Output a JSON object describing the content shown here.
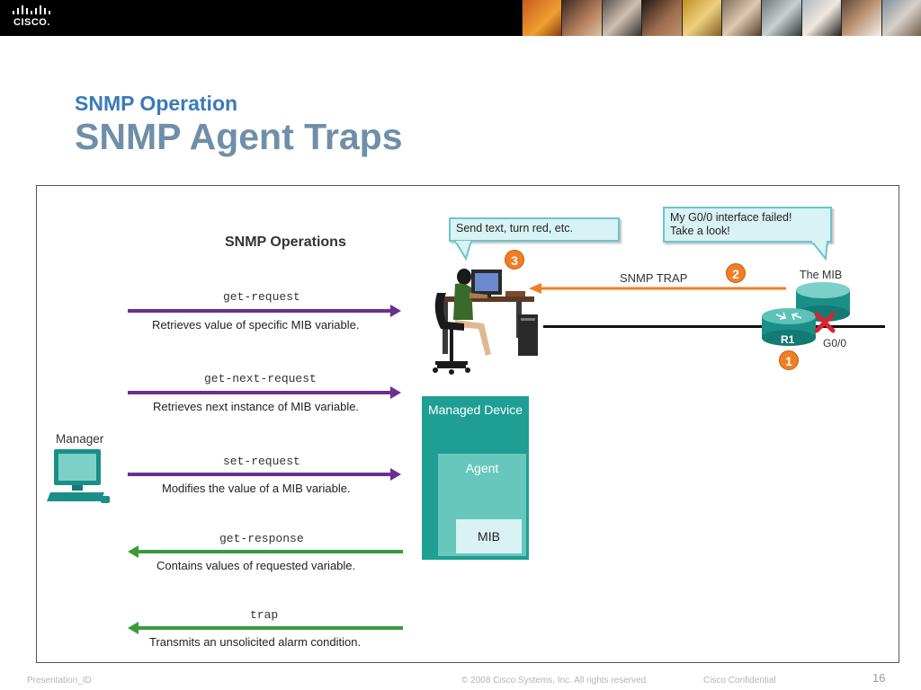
{
  "header": {
    "logo_text": "CISCO."
  },
  "slide": {
    "subtitle": "SNMP Operation",
    "title": "SNMP Agent Traps"
  },
  "diagram": {
    "operations_heading": "SNMP Operations",
    "manager_label": "Manager",
    "operations": [
      {
        "name": "get-request",
        "description": "Retrieves value of specific MIB variable.",
        "direction": "to-agent"
      },
      {
        "name": "get-next-request",
        "description": "Retrieves next instance of MIB variable.",
        "direction": "to-agent"
      },
      {
        "name": "set-request",
        "description": "Modifies the value of a MIB variable.",
        "direction": "to-agent"
      },
      {
        "name": "get-response",
        "description": "Contains values of requested variable.",
        "direction": "to-manager"
      },
      {
        "name": "trap",
        "description": "Transmits an unsolicited alarm condition.",
        "direction": "to-manager"
      }
    ],
    "managed_device": {
      "label": "Managed Device",
      "agent_label": "Agent",
      "mib_label": "MIB"
    },
    "callouts": {
      "manager_action": "Send text, turn red, etc.",
      "router_message_line1": "My G0/0 interface failed!",
      "router_message_line2": "Take a look!"
    },
    "trap_label": "SNMP TRAP",
    "router_mib_label": "The MIB",
    "router_name": "R1",
    "interface_label": "G0/0",
    "steps": [
      "1",
      "2",
      "3"
    ],
    "colors": {
      "request_arrow": "#6b2f91",
      "response_arrow": "#3a9a3a",
      "trap_arrow": "#f07e24",
      "managed_device": "#1f9e94",
      "agent": "#67c7bc",
      "callout_fill": "#d9f2f4",
      "failure_mark": "#d9232e"
    }
  },
  "footer": {
    "presentation_id": "Presentation_ID",
    "copyright": "© 2008 Cisco Systems, Inc. All rights reserved.",
    "confidential": "Cisco Confidential",
    "page_number": "16"
  }
}
